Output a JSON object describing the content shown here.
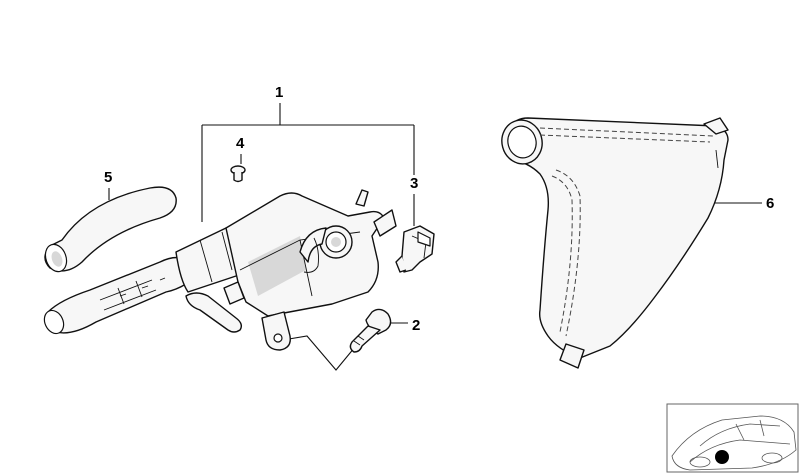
{
  "callouts": {
    "c1": "1",
    "c2": "2",
    "c3": "3",
    "c4": "4",
    "c5": "5",
    "c6": "6"
  },
  "colors": {
    "line": "#111111",
    "fill": "#f7f7f7",
    "shade": "#d8d8d8",
    "marker": "#000000"
  }
}
